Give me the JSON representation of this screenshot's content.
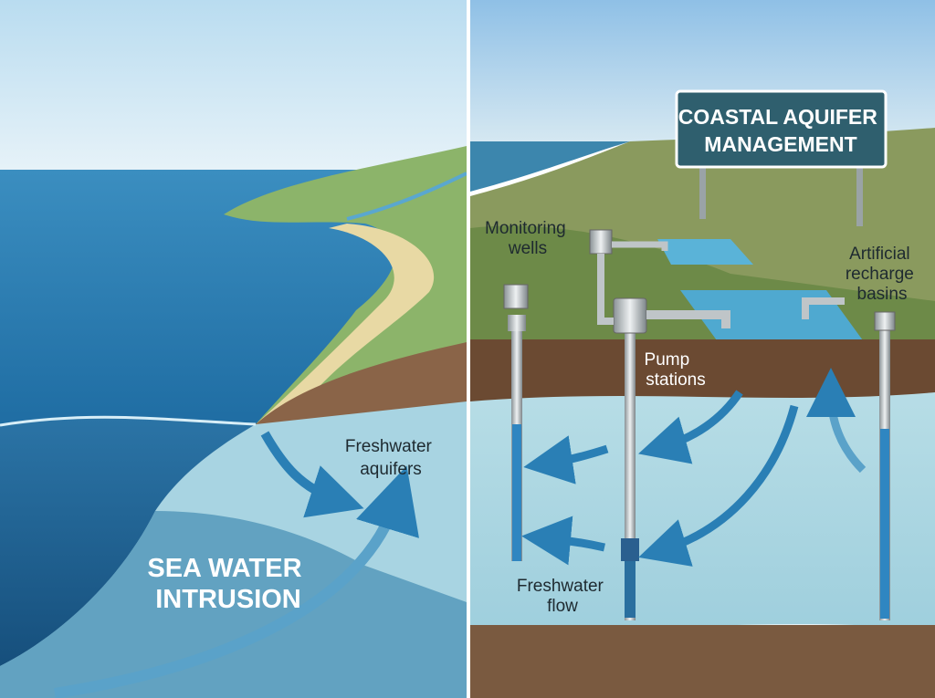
{
  "left_panel": {
    "label_freshwater": [
      "Freshwater",
      "aquifers"
    ],
    "label_intrusion": [
      "SEA WATER",
      "INTRUSION"
    ]
  },
  "right_panel": {
    "sign_title": [
      "COASTAL AQUIFER",
      "MANAGEMENT"
    ],
    "label_monitoring": [
      "Monitoring",
      "wells"
    ],
    "label_recharge": [
      "Artificial",
      "recharge",
      "basins"
    ],
    "label_pump": [
      "Pump",
      "stations"
    ],
    "label_flow": [
      "Freshwater",
      "flow"
    ]
  },
  "colors": {
    "sea": "#2f7fae",
    "deep_sea": "#1d5f8f",
    "aquifer": "#a9d6e2",
    "soil": "#6b4a32",
    "sign": "#2f5f6e"
  }
}
